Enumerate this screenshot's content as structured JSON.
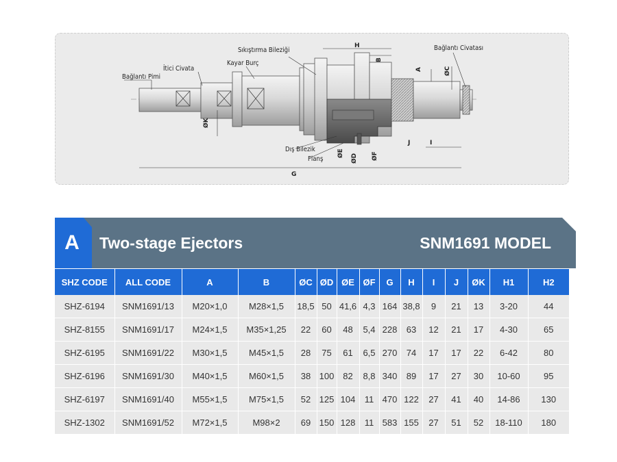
{
  "drawing": {
    "labels": {
      "baglanti_pimi": "Bağlantı Pimi",
      "itici_civata": "İtici Civata",
      "kayar_burc": "Kayar Burç",
      "sikistirma_bilezigi": "Sıkıştırma Bileziği",
      "baglanti_civatasi": "Bağlantı Civatası",
      "dis_bilezik": "Dış Bilezik",
      "flans": "Flanş"
    },
    "dimensions": {
      "H": "H",
      "B": "B",
      "A": "A",
      "OC": "ØC",
      "OK": "ØK",
      "OE": "ØE",
      "OD": "ØD",
      "OF": "ØF",
      "J": "J",
      "I": "I",
      "G": "G"
    }
  },
  "title": {
    "badge": "A",
    "text": "Two-stage Ejectors",
    "model": "SNM1691 MODEL"
  },
  "colors": {
    "header_blue": "#1f6bd6",
    "band_slate": "#5b7386",
    "row_gray": "#e9e9e9"
  },
  "table": {
    "headers": [
      "SHZ CODE",
      "ALL CODE",
      "A",
      "B",
      "ØC",
      "ØD",
      "ØE",
      "ØF",
      "G",
      "H",
      "I",
      "J",
      "ØK",
      "H1",
      "H2"
    ],
    "rows": [
      [
        "SHZ-6194",
        "SNM1691/13",
        "M20×1,0",
        "M28×1,5",
        "18,5",
        "50",
        "41,6",
        "4,3",
        "164",
        "38,8",
        "9",
        "21",
        "13",
        "3-20",
        "44"
      ],
      [
        "SHZ-8155",
        "SNM1691/17",
        "M24×1,5",
        "M35×1,25",
        "22",
        "60",
        "48",
        "5,4",
        "228",
        "63",
        "12",
        "21",
        "17",
        "4-30",
        "65"
      ],
      [
        "SHZ-6195",
        "SNM1691/22",
        "M30×1,5",
        "M45×1,5",
        "28",
        "75",
        "61",
        "6,5",
        "270",
        "74",
        "17",
        "17",
        "22",
        "6-42",
        "80"
      ],
      [
        "SHZ-6196",
        "SNM1691/30",
        "M40×1,5",
        "M60×1,5",
        "38",
        "100",
        "82",
        "8,8",
        "340",
        "89",
        "17",
        "27",
        "30",
        "10-60",
        "95"
      ],
      [
        "SHZ-6197",
        "SNM1691/40",
        "M55×1,5",
        "M75×1,5",
        "52",
        "125",
        "104",
        "11",
        "470",
        "122",
        "27",
        "41",
        "40",
        "14-86",
        "130"
      ],
      [
        "SHZ-1302",
        "SNM1691/52",
        "M72×1,5",
        "M98×2",
        "69",
        "150",
        "128",
        "11",
        "583",
        "155",
        "27",
        "51",
        "52",
        "18-110",
        "180"
      ]
    ]
  }
}
